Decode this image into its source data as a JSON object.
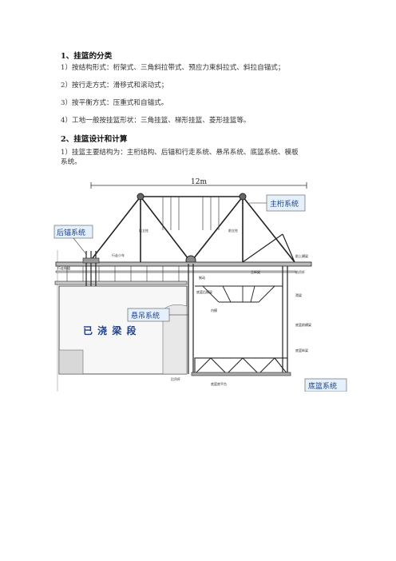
{
  "section1": {
    "title": "1、挂篮的分类",
    "items": [
      "1）按结构形式：桁架式、三角斜拉带式、预应力束斜拉式、斜拉自锚式；",
      "2）按行走方式：滑移式和滚动式；",
      "3）按平衡方式：压重式和自锚式。",
      "4）工地一般按挂篮形状：三角挂篮、梯形挂篮、菱形挂篮等。"
    ]
  },
  "section2": {
    "title": "2、挂篮设计和计算",
    "body_line1": "1）挂篮主要结构为：主桁结构、后锚和行走系统、悬吊系统、底篮系统、模板",
    "body_line2": "系统。"
  },
  "figure": {
    "dimension": "12m",
    "callouts": {
      "main_truss": "主桁系统",
      "rear_anchor": "后锚系统",
      "suspension": "悬吊系统",
      "bottom_basket": "底篮系统"
    },
    "cast_segment": "已 浇 梁 段",
    "small_labels": {
      "rear_post": "后立柱",
      "front_post": "前立柱",
      "walk_trolley": "行走小车",
      "walk_track": "行走轨道",
      "main_beam": "主纵梁",
      "support": "制动",
      "front_beam": "前上横梁",
      "front_hanger": "前吊杆",
      "slide_beam": "滑梁",
      "inner_mold": "内模",
      "bottom_rear": "底篮后横梁",
      "bottom_front_cross": "底篮前横梁",
      "bottom_longitudinal": "底篮纵梁",
      "bottom_platform": "底篮底平台",
      "rear_hanger": "后吊杆",
      "front_support_lower": "前下横梁",
      "side_mold": "侧模"
    }
  }
}
